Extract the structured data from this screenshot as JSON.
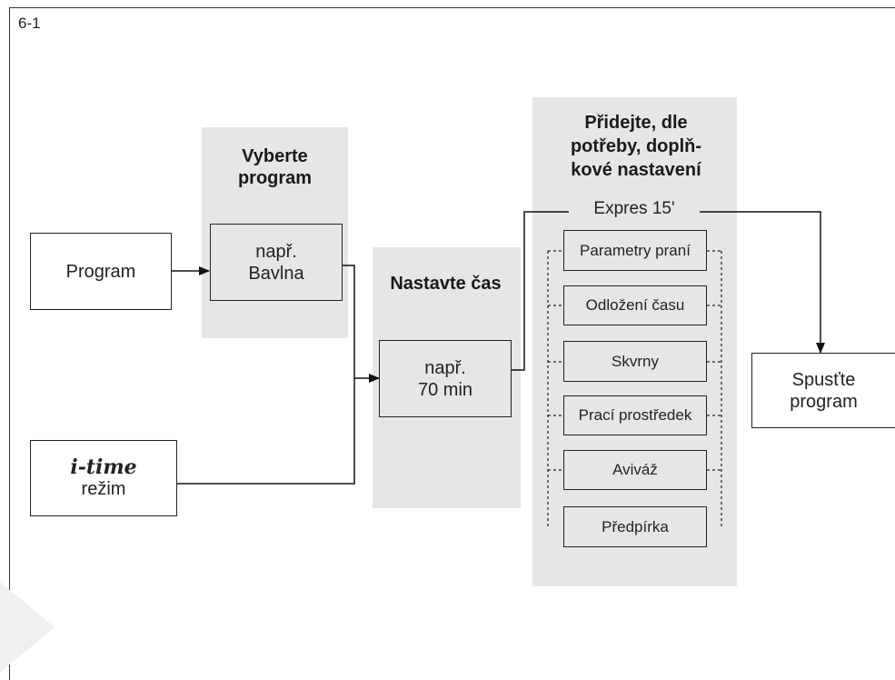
{
  "figure_label": "6-1",
  "steps": {
    "select_program_heading": "Vyberte program",
    "set_time_heading": "Nastavte čas",
    "add_settings_heading": "Přidejte, dle potřeby, doplň-kové nastavení"
  },
  "inputs": {
    "program": "Program",
    "itime_title": "i-time",
    "itime_mode": "režim"
  },
  "example_program": {
    "line1": "např.",
    "line2": "Bavlna"
  },
  "example_time": {
    "line1": "např.",
    "line2": "70 min"
  },
  "express_option": "Expres 15'",
  "options": [
    "Parametry praní",
    "Odložení času",
    "Skvrny",
    "Prací prostředek",
    "Aviváž",
    "Předpírka"
  ],
  "start": {
    "line1": "Spusťte",
    "line2": "program"
  }
}
